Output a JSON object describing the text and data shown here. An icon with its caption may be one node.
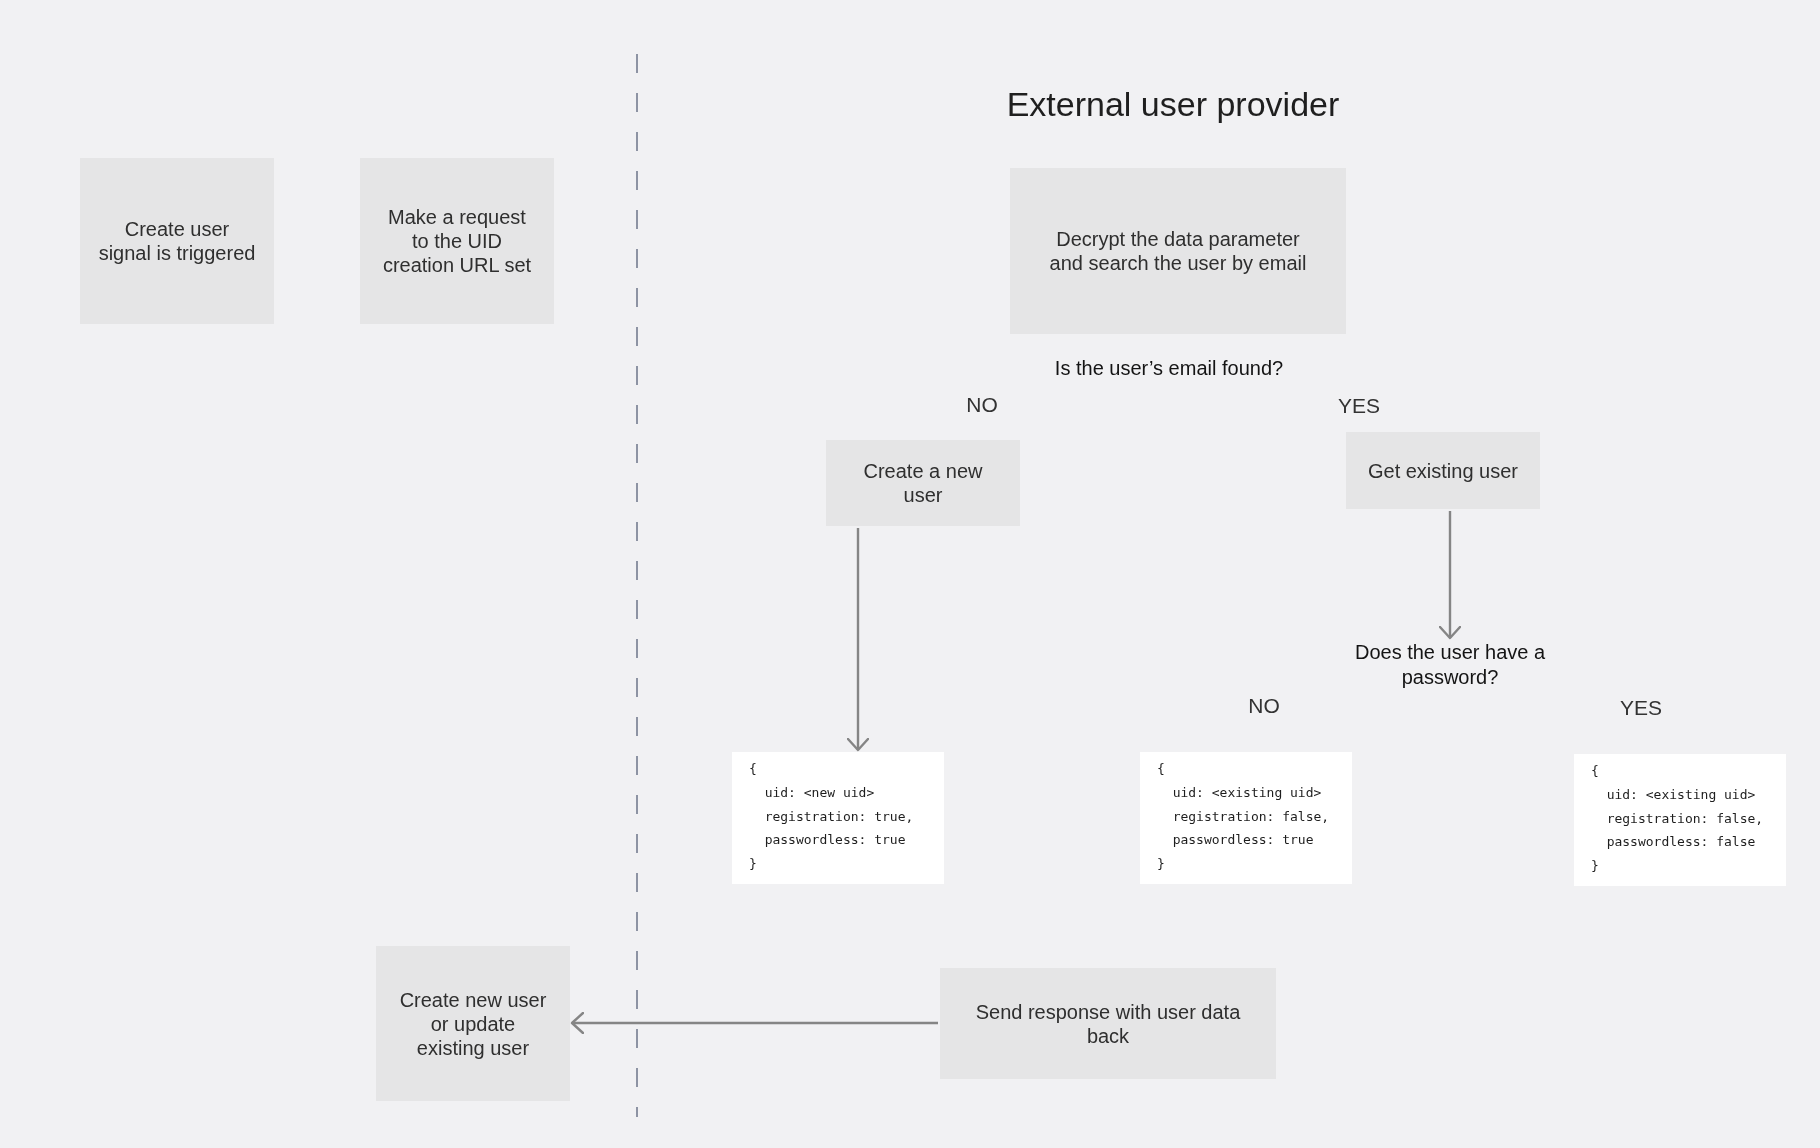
{
  "diagram": {
    "nodes": [
      {
        "text": [
          "Create user signal is triggered"
        ]
      },
      {
        "text": [
          "Make a request to the UID creation URL set"
        ]
      },
      {
        "text": [
          "Decrypt the data parameter and search the user by email"
        ]
      },
      {
        "text": [
          "Create a new user"
        ]
      },
      {
        "text": [
          "Get existing user"
        ]
      },
      {
        "text": [
          "Does the user have a password?"
        ]
      },
      {
        "text": [
          "{",
          "uid: <new uid>",
          "registration: true,",
          "passwordless: true",
          "}"
        ]
      },
      {
        "text": [
          "{",
          "uid: <existing uid>",
          "registration: false,",
          "passwordless: true",
          "}"
        ]
      },
      {
        "text": [
          "{",
          "uid: <existing uid>",
          "registration: false,",
          "passwordless: false",
          "}"
        ]
      },
      {
        "text": [
          "Create new user or update existing user"
        ]
      },
      {
        "text": [
          "Send response with user data back"
        ]
      }
    ],
    "edges": [
      {
        "from": 3,
        "to": 6,
        "arrow": "to"
      },
      {
        "from": 4,
        "to": 5,
        "arrow": "to"
      },
      {
        "from": 10,
        "to": 9,
        "arrow": "to"
      }
    ],
    "labels": [
      "External user provider",
      "Is the user’s email found?",
      "NO",
      "YES",
      "NO",
      "YES"
    ]
  }
}
